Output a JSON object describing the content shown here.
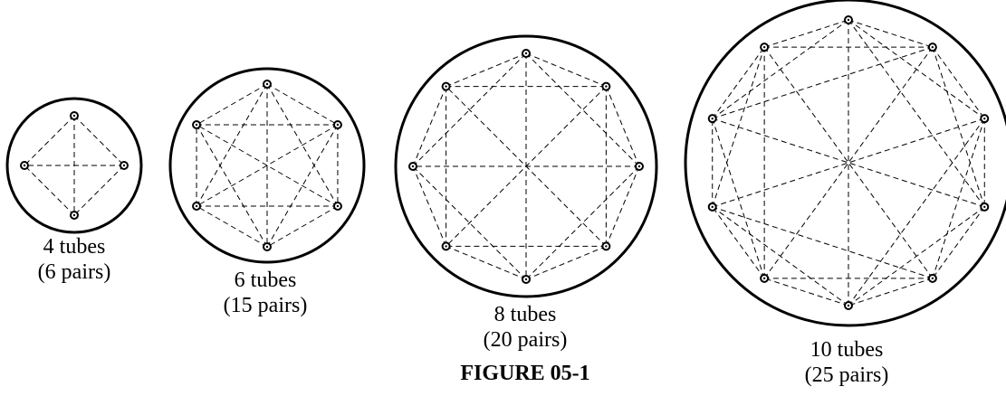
{
  "figure_caption": "FIGURE 05-1",
  "diagrams": [
    {
      "tubes": 4,
      "count_label": "4 tubes",
      "pairs_label": "(6 pairs)"
    },
    {
      "tubes": 6,
      "count_label": "6 tubes",
      "pairs_label": "(15 pairs)"
    },
    {
      "tubes": 8,
      "count_label": "8 tubes",
      "pairs_label": "(20 pairs)"
    },
    {
      "tubes": 10,
      "count_label": "10 tubes",
      "pairs_label": "(25 pairs)"
    }
  ]
}
